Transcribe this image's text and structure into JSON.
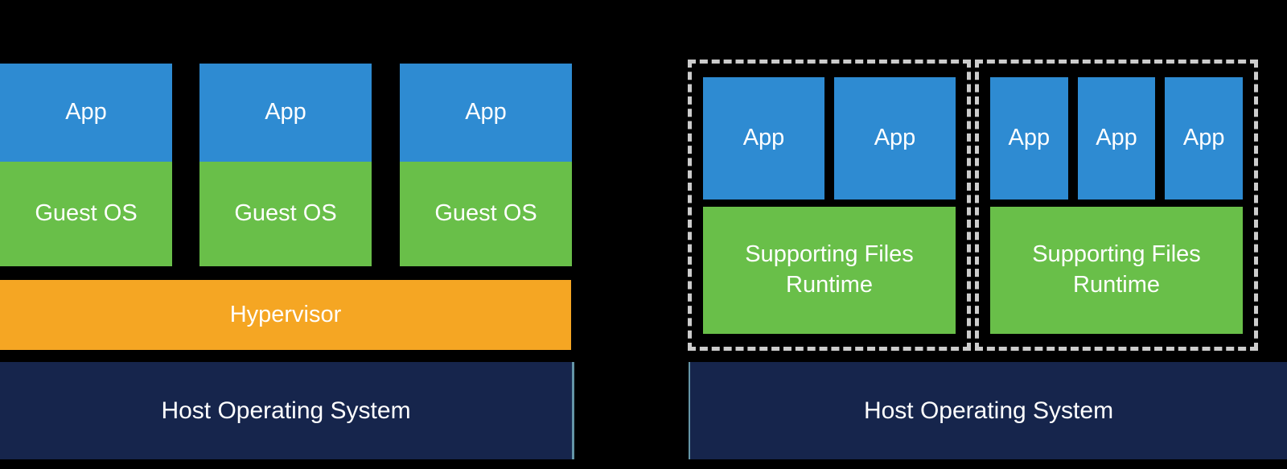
{
  "left": {
    "stacks": [
      {
        "app": "App",
        "guest_os": "Guest OS"
      },
      {
        "app": "App",
        "guest_os": "Guest OS"
      },
      {
        "app": "App",
        "guest_os": "Guest OS"
      }
    ],
    "hypervisor": "Hypervisor",
    "host_os": "Host Operating System"
  },
  "right": {
    "containers": [
      {
        "apps": [
          "App",
          "App"
        ],
        "runtime": "Supporting Files Runtime"
      },
      {
        "apps": [
          "App",
          "App",
          "App"
        ],
        "runtime": "Supporting Files Runtime"
      }
    ],
    "host_os": "Host Operating System"
  },
  "colors": {
    "app_blue": "#2e8bd2",
    "os_green": "#69bf49",
    "hypervisor_orange": "#f5a623",
    "host_navy": "#16254c",
    "dashed_border": "#cccccc",
    "background": "#000000"
  }
}
